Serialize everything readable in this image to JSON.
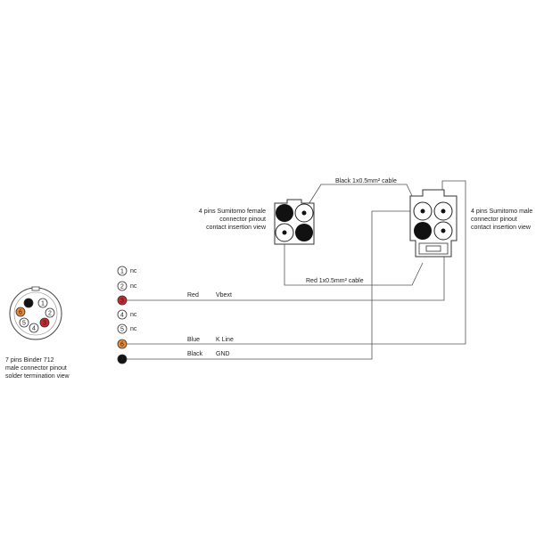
{
  "binder": {
    "caption": [
      "7 pins Binder 712",
      "male connector pinout",
      "solder termination view"
    ],
    "pins": [
      {
        "num": "7",
        "fill": "#111111",
        "text_color": "#ffffff"
      },
      {
        "num": "1",
        "fill": "#ffffff",
        "text_color": "#222222"
      },
      {
        "num": "6",
        "fill": "#e8893a",
        "text_color": "#ffffff"
      },
      {
        "num": "2",
        "fill": "#ffffff",
        "text_color": "#222222"
      },
      {
        "num": "3",
        "fill": "#c8282e",
        "text_color": "#ffffff"
      },
      {
        "num": "5",
        "fill": "#ffffff",
        "text_color": "#222222"
      },
      {
        "num": "4",
        "fill": "#ffffff",
        "text_color": "#222222"
      }
    ]
  },
  "pin_list": [
    {
      "num": "1",
      "fill": "#ffffff",
      "text_color": "#222222",
      "label": "nc",
      "color_name": "",
      "signal": ""
    },
    {
      "num": "2",
      "fill": "#ffffff",
      "text_color": "#222222",
      "label": "nc",
      "color_name": "",
      "signal": ""
    },
    {
      "num": "3",
      "fill": "#c8282e",
      "text_color": "#ffffff",
      "label": "",
      "color_name": "Red",
      "signal": "Vbext"
    },
    {
      "num": "4",
      "fill": "#ffffff",
      "text_color": "#222222",
      "label": "nc",
      "color_name": "",
      "signal": ""
    },
    {
      "num": "5",
      "fill": "#ffffff",
      "text_color": "#222222",
      "label": "nc",
      "color_name": "",
      "signal": ""
    },
    {
      "num": "6",
      "fill": "#e8893a",
      "text_color": "#ffffff",
      "label": "",
      "color_name": "Blue",
      "signal": "K Line"
    },
    {
      "num": "7",
      "fill": "#111111",
      "text_color": "#ffffff",
      "label": "",
      "color_name": "Black",
      "signal": "GND"
    }
  ],
  "female_caption": [
    "4 pins Sumitomo female",
    "connector pinout",
    "contact insertion view"
  ],
  "male_caption": [
    "4 pins Sumitomo male",
    "connector pinout",
    "contact insertion view"
  ],
  "cable_black": "Black 1x0.5mm² cable",
  "cable_red": "Red 1x0.5mm² cable"
}
